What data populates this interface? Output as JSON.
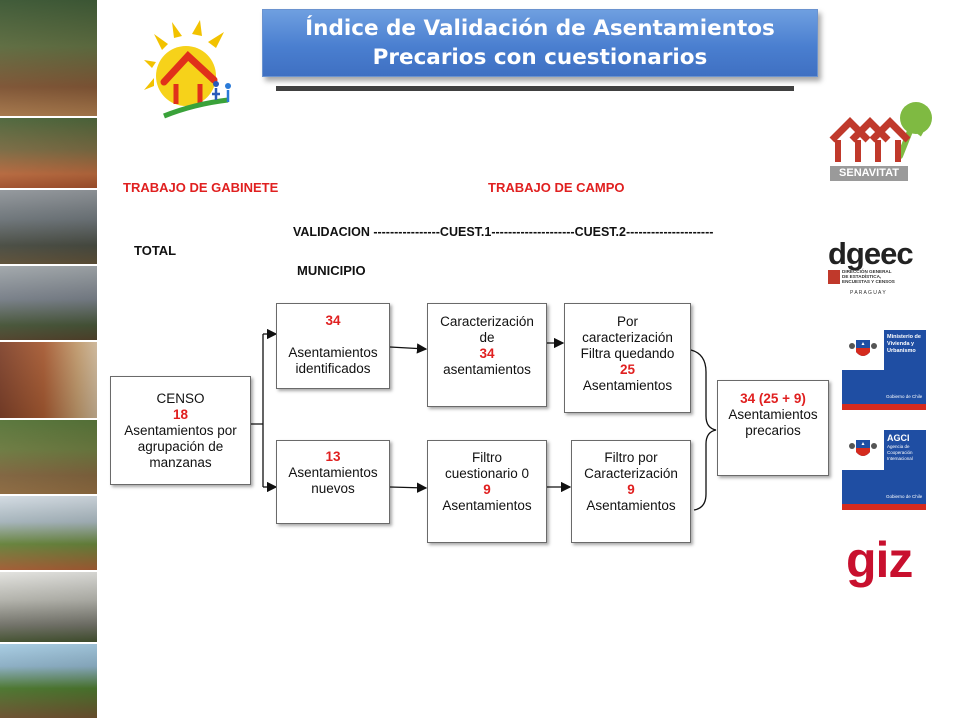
{
  "title": {
    "line1": "Índice de Validación de Asentamientos",
    "line2": "Precarios con cuestionarios"
  },
  "labels": {
    "gabinete": "TRABAJO DE GABINETE",
    "campo": "TRABAJO DE CAMPO",
    "validacion": "VALIDACION ----------------CUEST.1--------------------CUEST.2---------------------",
    "total": "TOTAL",
    "municipio": "MUNICIPIO"
  },
  "boxes": {
    "censo": {
      "title": "CENSO",
      "num": "18",
      "line1": "Asentamientos por",
      "line2": "agrupación de",
      "line3": "manzanas"
    },
    "identificados": {
      "num": "34",
      "line1": "Asentamientos",
      "line2": "identificados"
    },
    "nuevos": {
      "num": "13",
      "line1": "Asentamientos",
      "line2": "nuevos"
    },
    "caracterizacion": {
      "line1": "Caracterización",
      "line2": "de",
      "num": "34",
      "line3": "asentamientos"
    },
    "filtro0": {
      "line1": "Filtro",
      "line2": "cuestionario 0",
      "num": "9",
      "line3": "Asentamientos"
    },
    "porcaract": {
      "line1": "Por",
      "line2": "caracterización",
      "line3": "Filtra quedando",
      "num": "25",
      "line4": "Asentamientos"
    },
    "filtroporcaract": {
      "line1": "Filtro por",
      "line2": "Caracterización",
      "num": "9",
      "line3": "Asentamientos"
    },
    "precarios": {
      "num": "34 (25 + 9)",
      "line1": "Asentamientos",
      "line2": "precarios"
    }
  },
  "logos": {
    "senavitat": "SENAVITAT",
    "dgeec": "dgeec",
    "dgeec_sub1": "DIRECCIÓN GENERAL",
    "dgeec_sub2": "DE ESTADÍSTICA,",
    "dgeec_sub3": "ENCUESTAS Y CENSOS",
    "dgeec_sub4": "P A R A G U A Y",
    "minvu1": "Ministerio de",
    "minvu2": "Vivienda y",
    "minvu3": "Urbanismo",
    "minvu4": "Gobierno de Chile",
    "agci1": "AGCI",
    "agci2": "Agencia de",
    "agci3": "Cooperación",
    "agci4": "Internacional",
    "agci5": "Gobierno de Chile",
    "giz": "giz"
  },
  "colors": {
    "banner": "#4a7fd0",
    "accent_red": "#e02020",
    "senavitat_red": "#c0392b",
    "senavitat_green": "#7fba42",
    "chile_blue": "#1f4ea3",
    "chile_red": "#d52b1e",
    "giz_red": "#c8102e"
  },
  "icons": [
    "house-sun-logo-icon",
    "chile-coat-of-arms-icon"
  ]
}
